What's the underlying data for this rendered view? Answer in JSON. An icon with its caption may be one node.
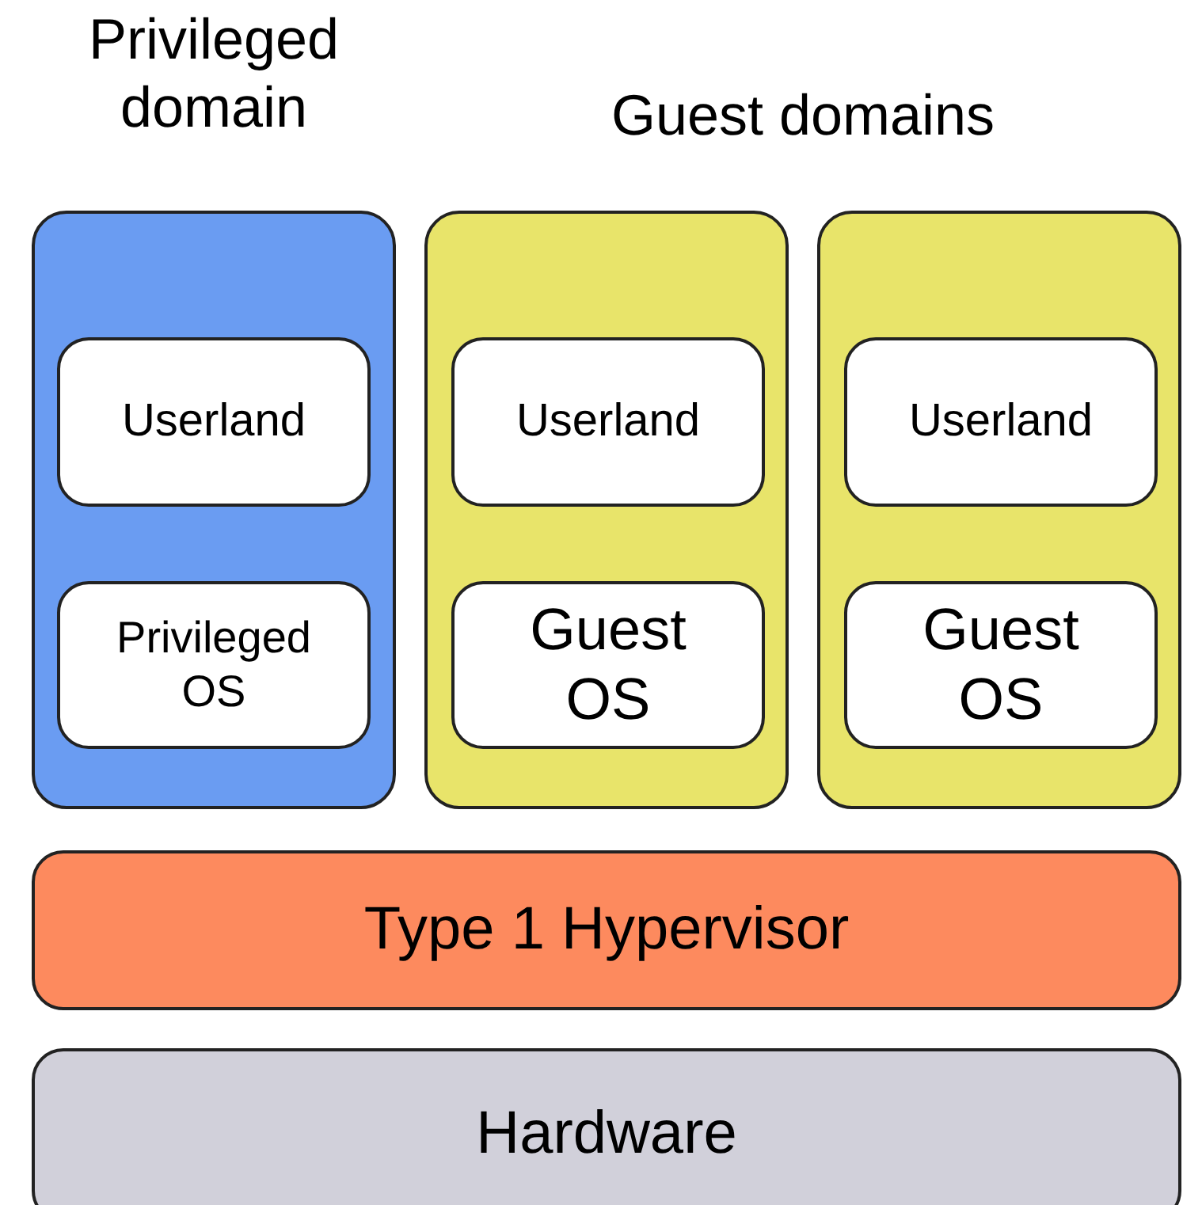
{
  "diagram": {
    "nodes": [
      {
        "text": [
          "Privileged domain"
        ]
      },
      {
        "text": [
          "Userland"
        ],
        "in": 0
      },
      {
        "text": [
          "Privileged OS"
        ],
        "in": 0
      },
      {
        "text": [],
        "shape": "box"
      },
      {
        "text": [
          "Userland"
        ],
        "in": 3
      },
      {
        "text": [
          "Guest OS"
        ],
        "in": 3
      },
      {
        "text": [],
        "shape": "box"
      },
      {
        "text": [
          "Userland"
        ],
        "in": 6
      },
      {
        "text": [
          "Guest OS"
        ],
        "in": 6
      },
      {
        "text": [
          "Type 1 Hypervisor"
        ]
      },
      {
        "text": [
          "Hardware"
        ]
      }
    ],
    "edges": [],
    "labels": [
      "Guest domains"
    ]
  }
}
